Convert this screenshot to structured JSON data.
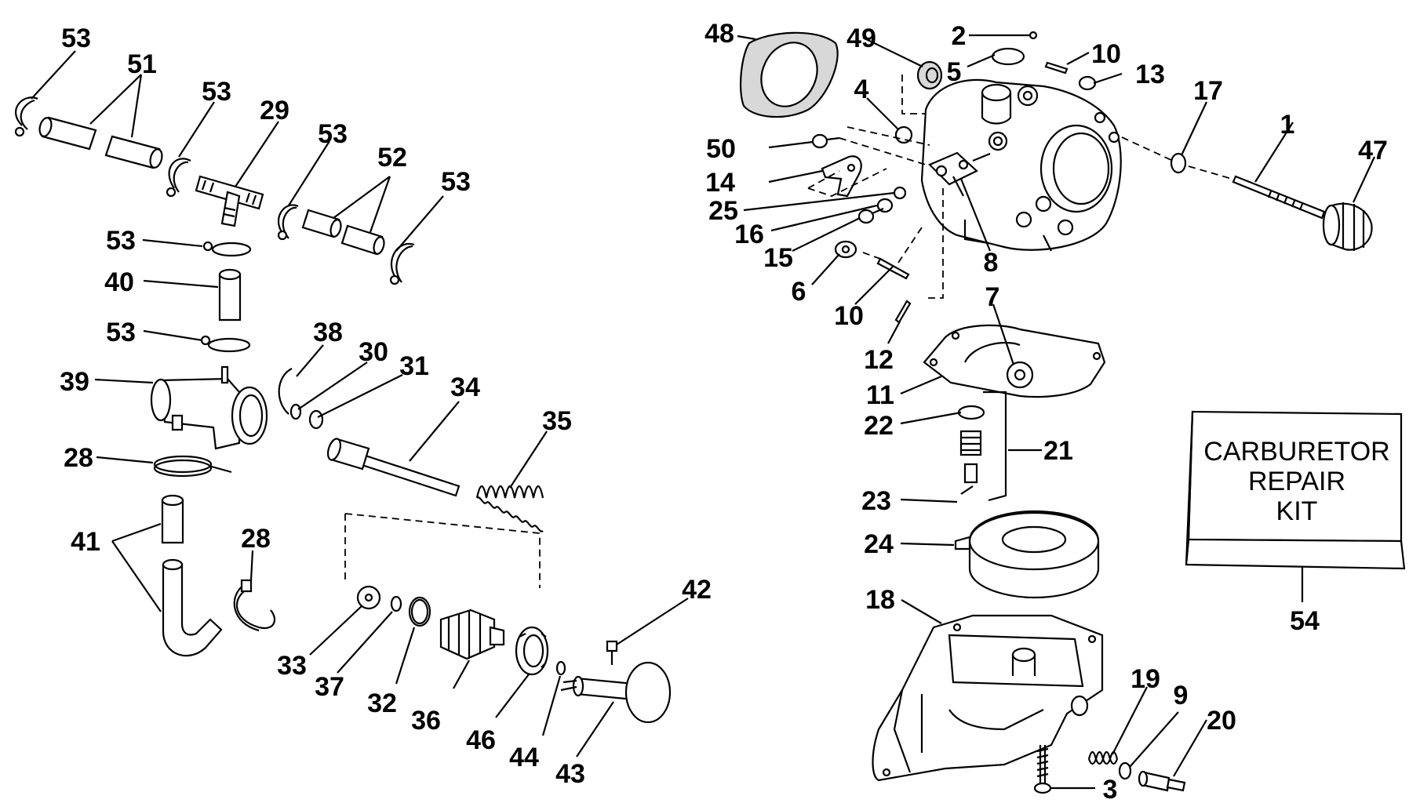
{
  "diagram": {
    "kit_label_lines": [
      "CARBURETOR",
      "REPAIR",
      "KIT"
    ],
    "callouts": [
      "53",
      "51",
      "53",
      "29",
      "53",
      "52",
      "53",
      "53",
      "40",
      "53",
      "38",
      "30",
      "31",
      "39",
      "34",
      "35",
      "28",
      "41",
      "28",
      "33",
      "37",
      "32",
      "36",
      "46",
      "44",
      "43",
      "42",
      "48",
      "49",
      "2",
      "10",
      "5",
      "13",
      "17",
      "1",
      "4",
      "50",
      "14",
      "25",
      "16",
      "15",
      "6",
      "8",
      "47",
      "10",
      "12",
      "7",
      "11",
      "22",
      "21",
      "23",
      "24",
      "18",
      "54",
      "19",
      "9",
      "20",
      "3"
    ]
  }
}
